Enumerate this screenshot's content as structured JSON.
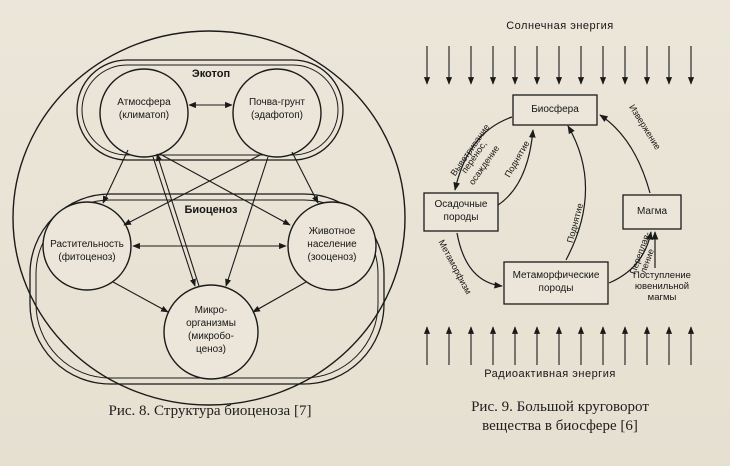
{
  "fig8": {
    "ecotop": "Экотоп",
    "atmosphere": "Атмосфера",
    "atmosphere_sub": "(климатоп)",
    "soil": "Почва-грунт",
    "soil_sub": "(эдафотоп)",
    "biocenosis": "Биоценоз",
    "plants": "Растительность",
    "plants_sub": "(фитоценоз)",
    "animals_1": "Животное",
    "animals_2": "население",
    "animals_sub": "(зооценоз)",
    "micro_1": "Микро-",
    "micro_2": "организмы",
    "micro_3": "(микробо-",
    "micro_4": "ценоз)",
    "caption": "Рис. 8. Структура биоценоза [7]"
  },
  "fig9": {
    "solar": "Солнечная энергия",
    "radioactive": "Радиоактивная энергия",
    "biosphere": "Биосфера",
    "sedimentary_1": "Осадочные",
    "sedimentary_2": "породы",
    "magma": "Магма",
    "metamorphic_1": "Метаморфические",
    "metamorphic_2": "породы",
    "weathering_1": "Выветривание",
    "weathering_2": "перенос,",
    "weathering_3": "осаждение",
    "uplift_1": "Поднятие",
    "uplift_2": "Поднятие",
    "eruption": "Извержение",
    "remelting_1": "Переплав-",
    "remelting_2": "ление",
    "metamorphism": "Метаморфизм",
    "juvenile_1": "Поступление",
    "juvenile_2": "ювенильной",
    "juvenile_3": "магмы",
    "caption_1": "Рис. 9. Большой круговорот",
    "caption_2": "вещества в биосфере [6]"
  }
}
